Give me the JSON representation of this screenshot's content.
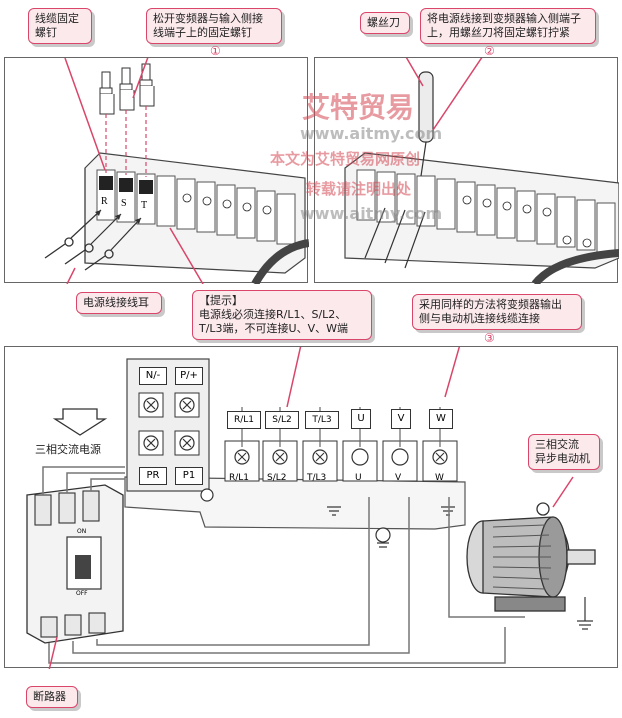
{
  "callouts": {
    "cable_screw": [
      "线缆固定",
      "螺钉"
    ],
    "step1_text": [
      "松开变频器与输入侧接",
      "线端子上的固定螺钉"
    ],
    "screwdriver": "螺丝刀",
    "step2_text": [
      "将电源线接到变频器输入侧端子",
      "上，用螺丝刀将固定螺钉拧紧"
    ],
    "lug": "电源线接线耳",
    "tip_title": "【提示】",
    "tip_lines": [
      "电源线必须连接R/L1、S/L2、",
      "T/L3端，不可连接U、V、W端"
    ],
    "step3_text": [
      "采用同样的方法将变频器输出",
      "侧与电动机连接线缆连接"
    ],
    "motor": [
      "三相交流",
      "异步电动机"
    ],
    "breaker": "断路器"
  },
  "steps": [
    "①",
    "②",
    "③"
  ],
  "labels": {
    "power_source": "三相交流电源",
    "on": "ON",
    "off": "OFF"
  },
  "top_terminals": [
    "R",
    "S",
    "T"
  ],
  "terminal_block": {
    "aux_top": [
      "N/-",
      "P/+"
    ],
    "aux_bottom": [
      "PR",
      "P1"
    ],
    "main_top": [
      "R/L1",
      "S/L2",
      "T/L3",
      "U",
      "V",
      "W"
    ],
    "main_bottom": [
      "R/L1",
      "S/L2",
      "T/L3",
      "U",
      "V",
      "W"
    ]
  },
  "watermark": {
    "brand": "艾特贸易",
    "url": "www.aitmy.com",
    "line1": "本文为艾特贸易网原创",
    "line2": "转载请注明出处",
    "url2": "www.aitmy.com"
  },
  "colors": {
    "callout_fill": "#fbe9ec",
    "callout_border": "#d9466a",
    "arrow": "#d9466a",
    "watermark_red": "#d44a55"
  }
}
